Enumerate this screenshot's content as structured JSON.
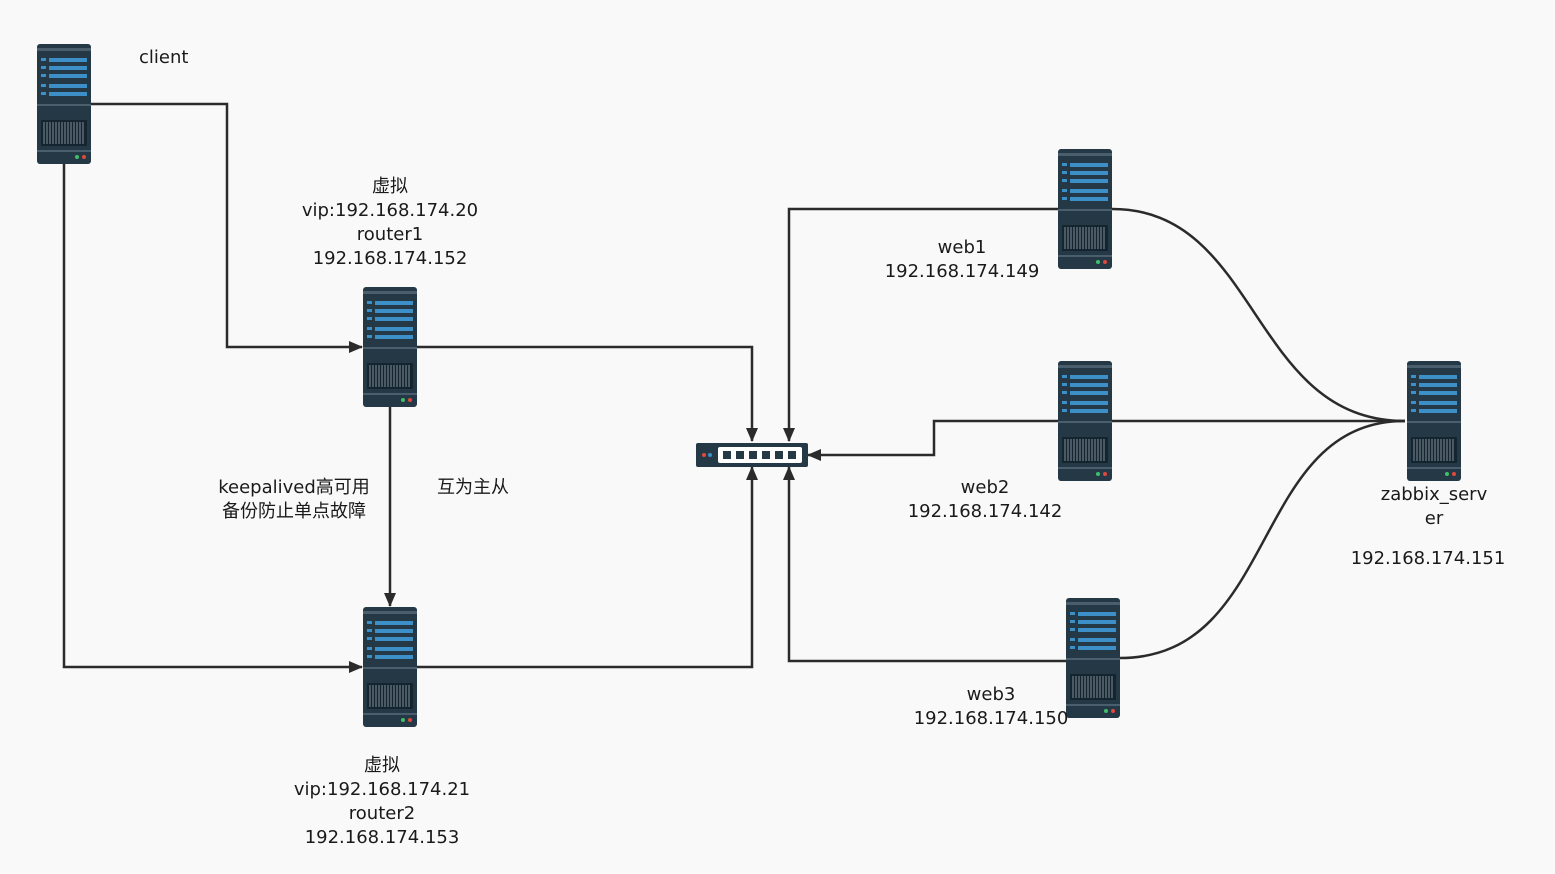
{
  "labels": {
    "client": "client",
    "router1": [
      "虚拟",
      "vip:192.168.174.20",
      "router1",
      "192.168.174.152"
    ],
    "router2": [
      "虚拟",
      "vip:192.168.174.21",
      "router2",
      "192.168.174.153"
    ],
    "keepalived": [
      "keepalived高可用",
      "备份防止单点故障"
    ],
    "mutual": "互为主从",
    "web1": [
      "web1",
      "192.168.174.149"
    ],
    "web2": [
      "web2",
      "192.168.174.142"
    ],
    "web3": [
      "web3",
      "192.168.174.150"
    ],
    "zabbix": [
      "zabbix_serv",
      "er"
    ],
    "zabbix_ip": "192.168.174.151"
  },
  "icons": {
    "server": "server-rack-icon",
    "switch": "network-switch-icon"
  },
  "colors": {
    "line": "#2b2b2b",
    "server_body": "#243846",
    "server_slot": "#3d8fc7",
    "switch_body": "#243846",
    "switch_port": "#ffffff"
  }
}
